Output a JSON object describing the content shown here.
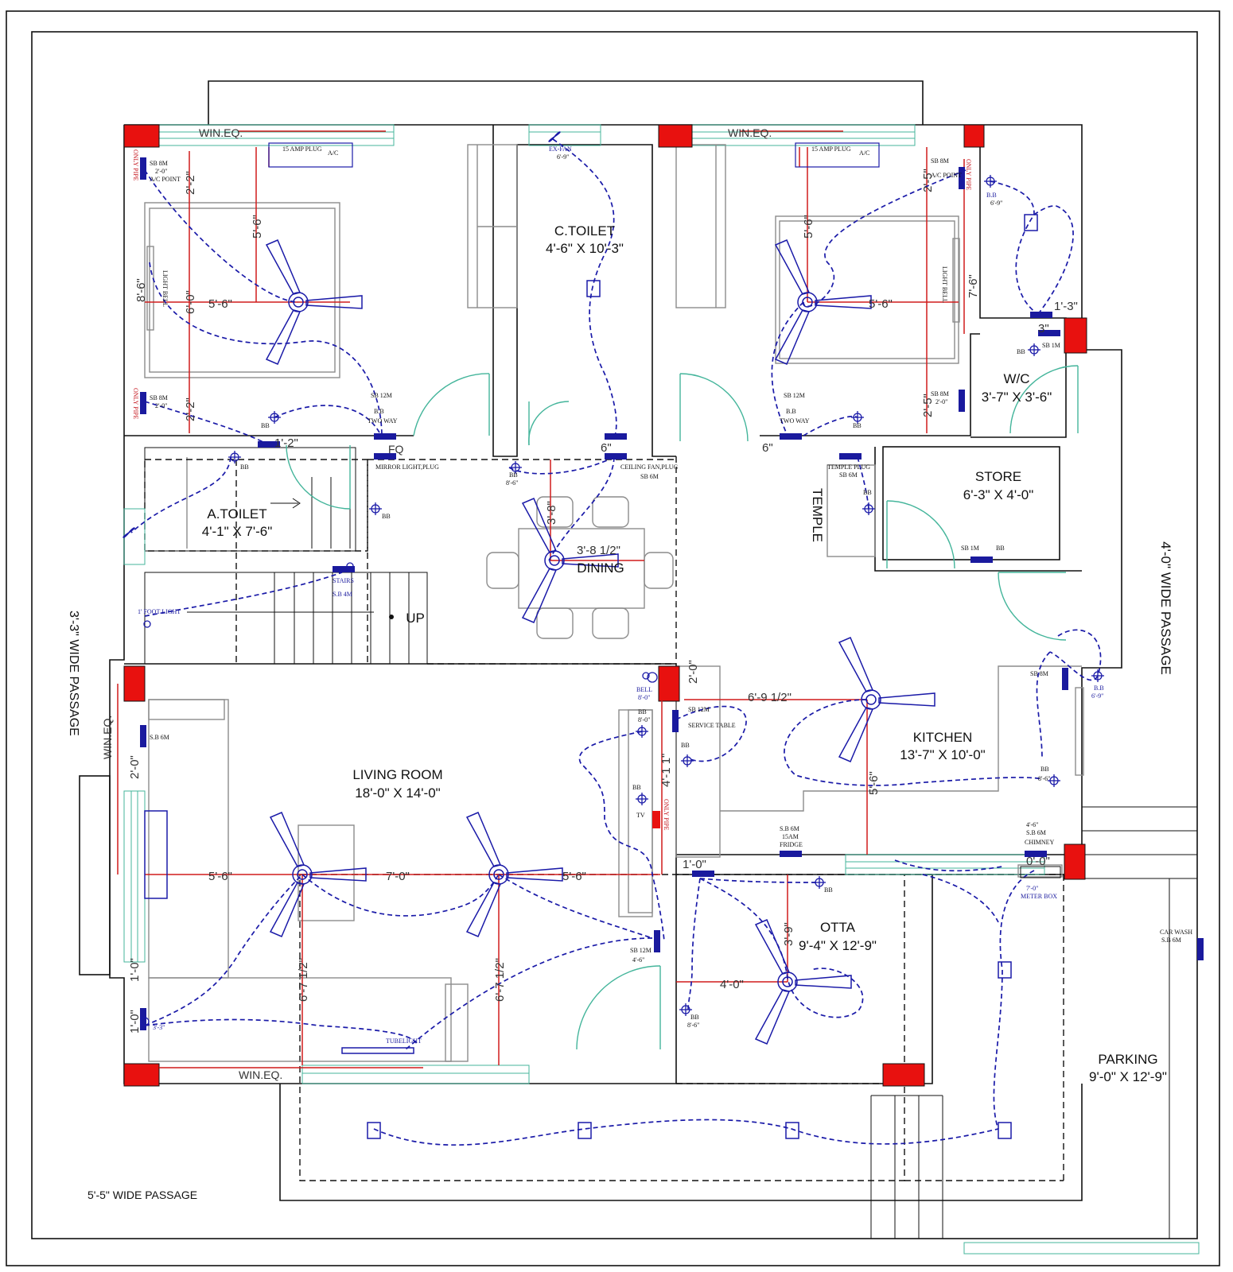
{
  "rooms": {
    "c_toilet": {
      "name": "C.TOILET",
      "size": "4'-6\" X 10'-3\""
    },
    "a_toilet": {
      "name": "A.TOILET",
      "size": "4'-1\" X 7'-6\""
    },
    "wc": {
      "name": "W/C",
      "size": "3'-7\" X 3'-6\""
    },
    "store": {
      "name": "STORE",
      "size": "6'-3\" X 4'-0\""
    },
    "temple": {
      "name": "TEMPLE"
    },
    "dining": {
      "name": "DINING"
    },
    "kitchen": {
      "name": "KITCHEN",
      "size": "13'-7\" X 10'-0\""
    },
    "living": {
      "name": "LIVING ROOM",
      "size": "18'-0\" X 14'-0\""
    },
    "otta": {
      "name": "OTTA",
      "size": "9'-4\" X 12'-9\""
    },
    "parking": {
      "name": "PARKING",
      "size": "9'-0\" X 12'-9\""
    }
  },
  "passages": {
    "left": "3'-3\" WIDE PASSAGE",
    "right": "4'-0\" WIDE PASSAGE",
    "bottom": "5'-5\" WIDE PASSAGE"
  },
  "labels": {
    "up": "UP",
    "win_eq": "WIN.EQ.",
    "fq": "FQ",
    "meter_box": "METER BOX",
    "tubelight": "TUBELIGHT",
    "car_wash": "CAR WASH",
    "ex_fan": "EX-FAN",
    "bb": "BB",
    "b_b": "B.B",
    "bell": "BELL",
    "foot_light": "1' FOOT LIGHT",
    "fridge": "FRIDGE",
    "chimney": "CHIMNEY",
    "ac": "A/C",
    "ac_point": "A/C POINT",
    "plug15": "15 AMP PLUG",
    "only_pipe": "ONLY PIPE",
    "light_bell": "LIGHT BELL",
    "service_table": "SERVICE TABLE",
    "mirror_light": "MIRROR LIGHT,PLUG",
    "ceiling_fan_plug": "CEILING FAN,PLUG",
    "temple_plug": "TEMPLE PLUG",
    "two_way": "TWO WAY",
    "tv": "TV",
    "stairs": "STAIRS"
  },
  "dimensions": {
    "d1": "2'-2\"",
    "d2": "8'-6\"",
    "d3": "6'-0\"",
    "d4": "5'-6\"",
    "d5": "2'-2\"",
    "d6": "5'-6\"",
    "d7": "5'-6\"",
    "d8": "5'-6\"",
    "d9": "7'-6\"",
    "d10": "2'-5\"",
    "d11": "2'-5\"",
    "d12": "3'-8\"",
    "d13": "3'-8 1/2\"",
    "d14": "6'-9 1/2\"",
    "d15": "2'-0\"",
    "d16": "5'-6\"",
    "d17": "5'-6\"",
    "d18": "7'-0\"",
    "d19": "5'-6\"",
    "d20": "6'-7 1/2\"",
    "d21": "6'-7 1/2\"",
    "d22": "4'-1 1\"",
    "d23": "3'-9\"",
    "d24": "4'-0\"",
    "d25": "1'-0\"",
    "d26": "2'-0\"",
    "d27": "1'-0\"",
    "d28": "1'-0\"",
    "d29": "0'-0\"",
    "d30": "1'-3\"",
    "d31": "3\"",
    "d32": "1'-2\"",
    "d33": "6\"",
    "d34": "6\""
  },
  "notes": {
    "sb8m": "SB 8M",
    "h20": "2'-0\"",
    "h69": "6'-9\"",
    "h86": "8'-6\"",
    "h46": "4'-6\"",
    "h80": "8'-0\"",
    "h33": "3'-3\"",
    "h70": "7'-0\"",
    "sb12m": "SB 12M",
    "sb6m": "SB 6M",
    "sb1m": "SB 1M",
    "sb4m": "S.B 4M",
    "sb6m_b": "S.B 6M",
    "am15": "15AM"
  },
  "colors": {
    "wall": "#111111",
    "column": "#e8110f",
    "wiring": "#1a1aa8",
    "dimension": "#d01b1b",
    "glass": "#44b59b",
    "furniture": "#8c8c8c"
  }
}
